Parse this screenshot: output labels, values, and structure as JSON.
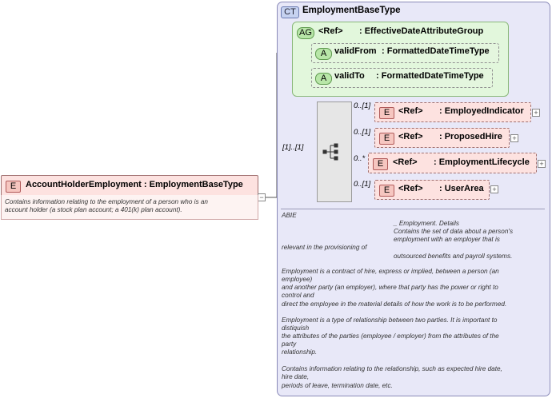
{
  "complex_type": {
    "badge": "CT",
    "name": "EmploymentBaseType"
  },
  "attribute_group": {
    "badge": "AG",
    "ref": "<Ref>",
    "type": ": EffectiveDateAttributeGroup",
    "attributes": [
      {
        "badge": "A",
        "name": "validFrom",
        "type": ": FormattedDateTimeType"
      },
      {
        "badge": "A",
        "name": "validTo",
        "type": ": FormattedDateTimeType"
      }
    ]
  },
  "sequence": {
    "cardinality": "[1]..[1]"
  },
  "elements": [
    {
      "badge": "E",
      "cardinality": "0..[1]",
      "ref": "<Ref>",
      "name": ": EmployedIndicator",
      "expander": "+"
    },
    {
      "badge": "E",
      "cardinality": "0..[1]",
      "ref": "<Ref>",
      "name": ": ProposedHire",
      "expander": "+"
    },
    {
      "badge": "E",
      "cardinality": "0..*",
      "ref": "<Ref>",
      "name": ": EmploymentLifecycle",
      "expander": "+"
    },
    {
      "badge": "E",
      "cardinality": "0..[1]",
      "ref": "<Ref>",
      "name": ": UserArea",
      "expander": "+"
    }
  ],
  "root_element": {
    "badge": "E",
    "name": "AccountHolderEmployment : EmploymentBaseType",
    "expander": "−",
    "doc": [
      "Contains information relating to the employment of a person who is an",
      "account holder (a stock plan account; a 401(k) plan account)."
    ]
  },
  "type_doc": [
    "ABIE",
    "_ Employment. Details",
    "Contains the set of data about a person's",
    "employment with an employer that is",
    "relevant in the provisioning of",
    "outsourced benefits and payroll systems.",
    "Employment is a contract of hire, express or implied, between a person (an",
    "employee)",
    "and another party (an employer), where that party has the power or right to",
    "control and",
    "direct the employee in the material details of how the work is to be performed.",
    "Employment is a type of relationship between two parties. It is important to",
    "distiquish",
    "the attributes of the parties (employee / employer) from the attributes of the",
    "party",
    "relationship.",
    "Contains information relating to the relationship, such as expected hire date,",
    "hire date,",
    "periods of leave, termination date, etc."
  ]
}
